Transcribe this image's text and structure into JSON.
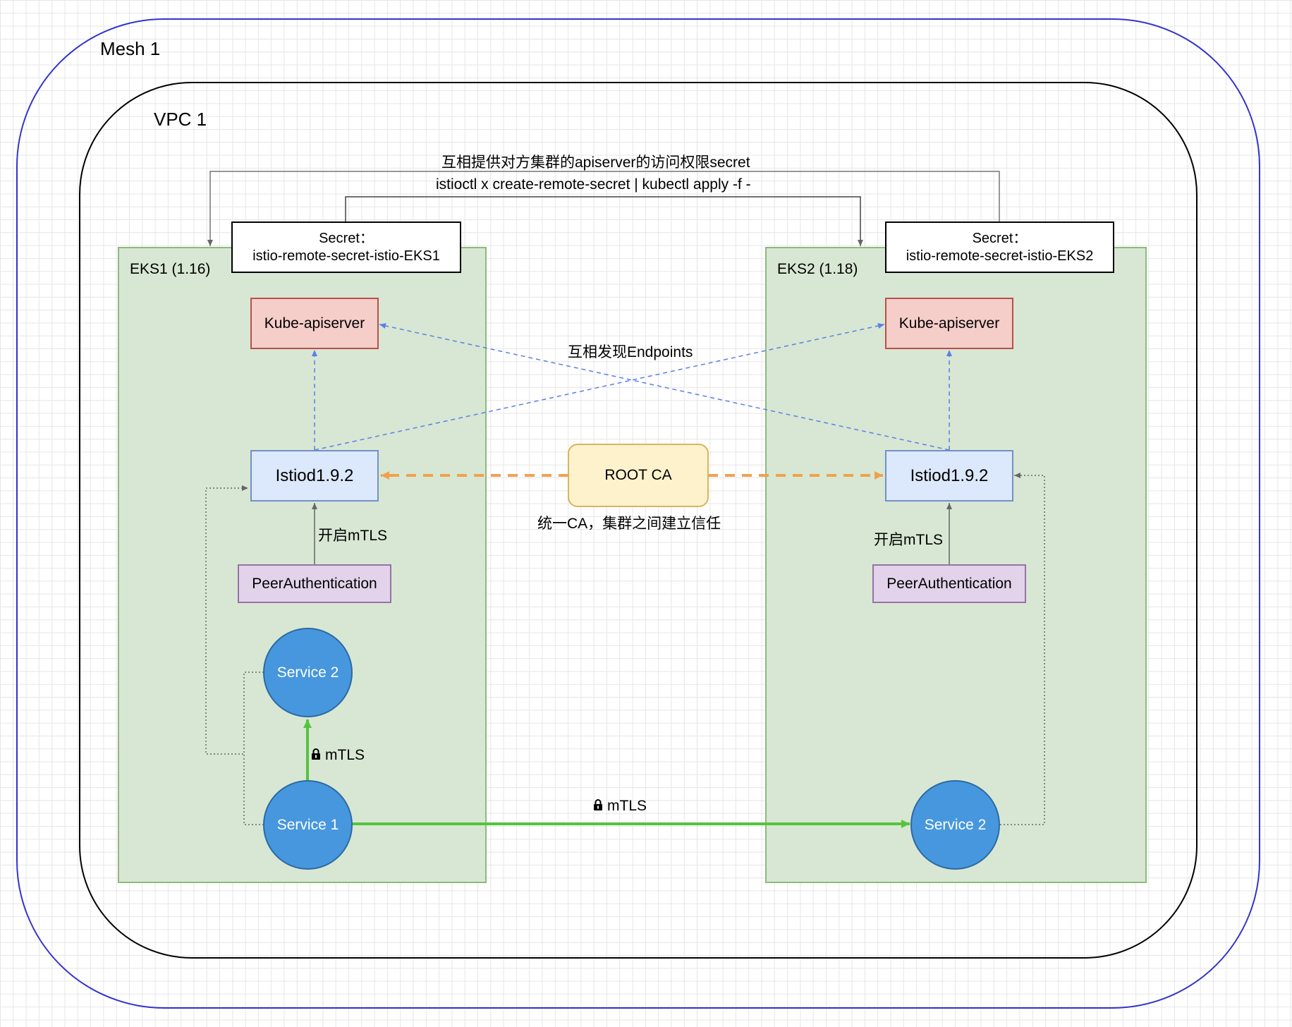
{
  "regions": {
    "mesh_label": "Mesh 1",
    "vpc_label": "VPC 1"
  },
  "clusters": {
    "eks1_label": "EKS1 (1.16)",
    "eks2_label": "EKS2 (1.18)"
  },
  "secrets": {
    "eks1_line1": "Secret：",
    "eks1_line2": "istio-remote-secret-istio-EKS1",
    "eks2_line1": "Secret：",
    "eks2_line2": "istio-remote-secret-istio-EKS2"
  },
  "nodes": {
    "kube_apiserver": "Kube-apiserver",
    "istiod": "Istiod1.9.2",
    "peer_authentication": "PeerAuthentication",
    "root_ca": "ROOT CA",
    "service_1": "Service 1",
    "service_2": "Service 2"
  },
  "edge_labels": {
    "secret_exchange": "互相提供对方集群的apiserver的访问权限secret",
    "secret_command": "istioctl x  create-remote-secret | kubectl apply -f -",
    "endpoint_discovery": "互相发现Endpoints",
    "unified_ca": "统一CA，集群之间建立信任",
    "enable_mtls": "开启mTLS",
    "mtls": "mTLS"
  },
  "icons": {
    "lock": "lock-icon"
  },
  "colors": {
    "mesh_border": "#3333cc",
    "cluster_fill": "#d8e7d3",
    "mtls_edge": "#54c43c",
    "ca_edge": "#f0a14e",
    "discovery_edge": "#5b7fe8"
  }
}
